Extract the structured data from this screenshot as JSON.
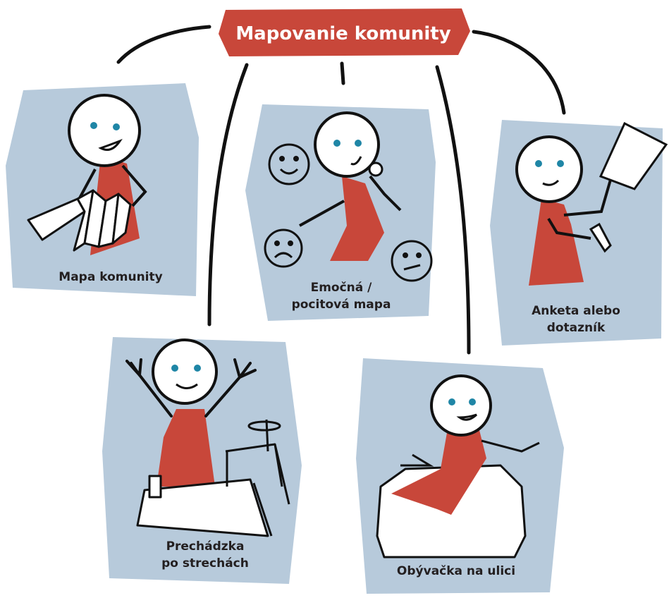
{
  "title": "Mapovanie komunity",
  "colors": {
    "panel": "#b7cadb",
    "accent": "#c8473a",
    "eye": "#1f86a6",
    "ink": "#111111",
    "label_text": "#231f20",
    "title_text": "#ffffff"
  },
  "methods": [
    {
      "id": "mapa-komunity",
      "label": "Mapa komunity",
      "illustration": "figure-holding-folded-map"
    },
    {
      "id": "emocna-mapa",
      "label_line1": "Emočná /",
      "label_line2": "pocitová mapa",
      "illustration": "thinking-figure-with-emotion-faces"
    },
    {
      "id": "anketa",
      "label_line1": "Anketa alebo",
      "label_line2": "dotazník",
      "illustration": "figure-with-paper-and-pen"
    },
    {
      "id": "prechadzka",
      "label_line1": "Prechádzka",
      "label_line2": "po strechách",
      "illustration": "cheering-figure-on-rooftops"
    },
    {
      "id": "obyvacka",
      "label": "Obývačka na ulici",
      "illustration": "figure-in-armchair"
    }
  ]
}
